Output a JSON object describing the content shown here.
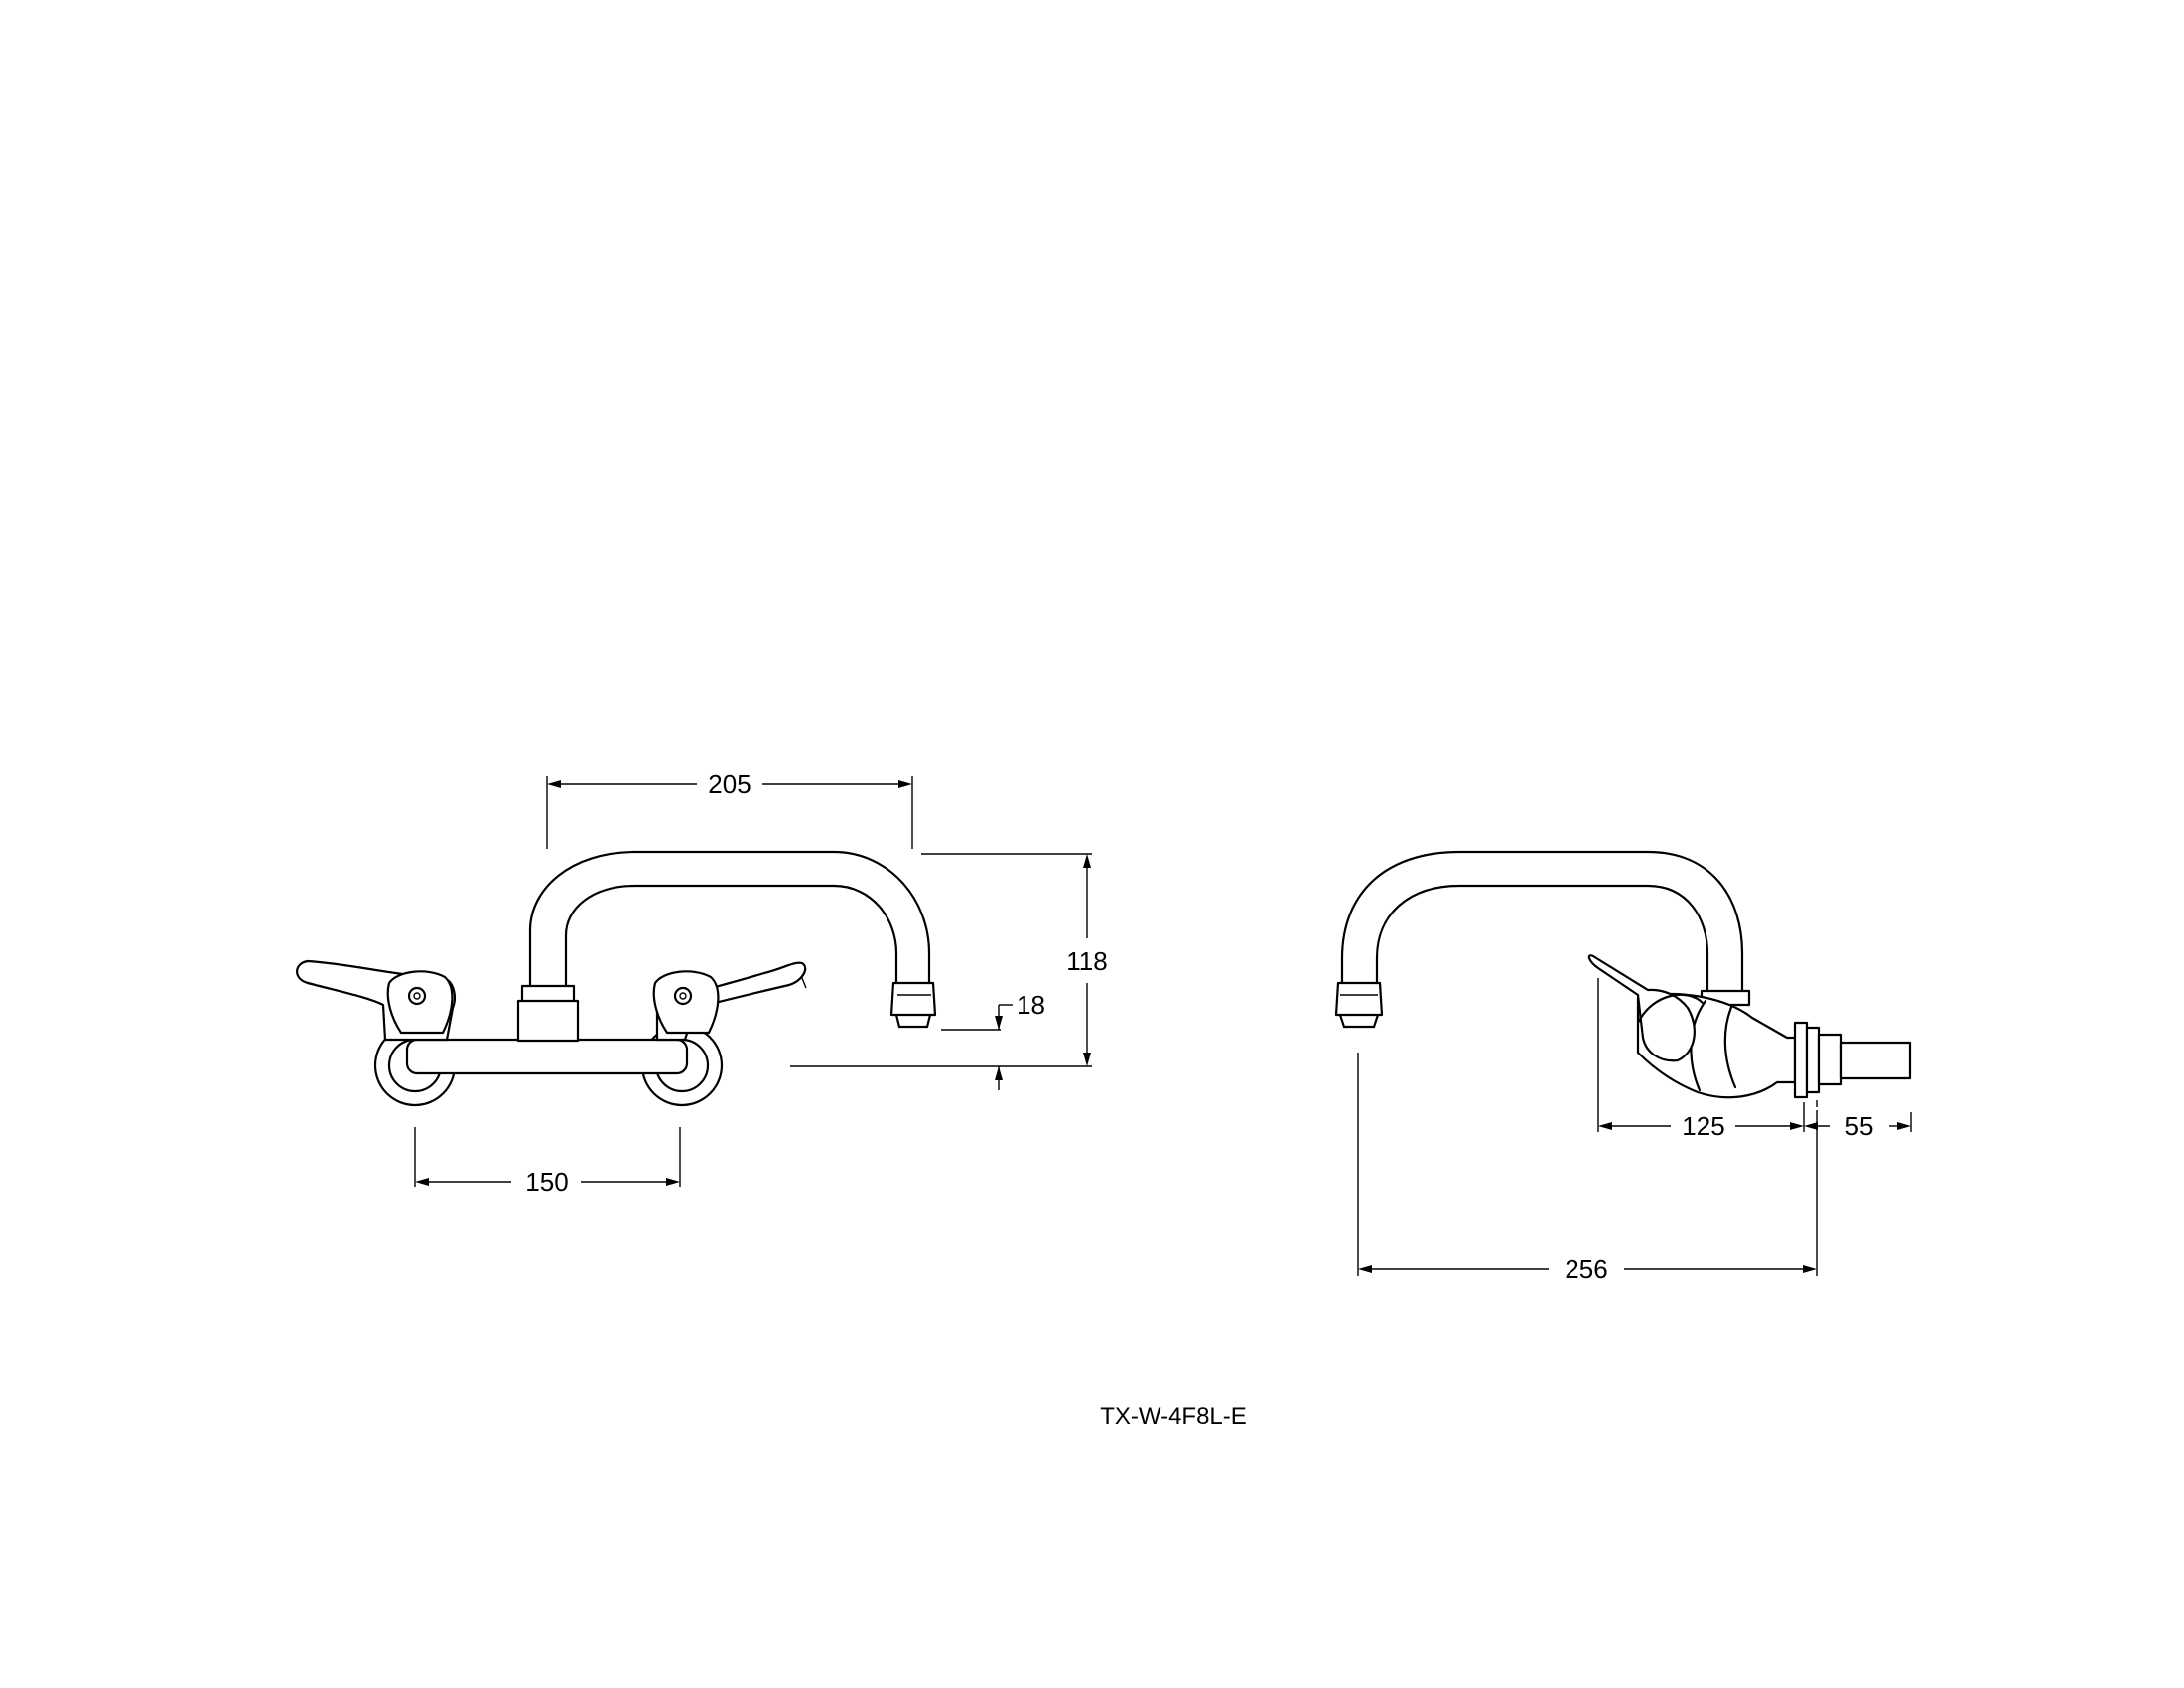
{
  "dimensions": {
    "spout_reach": "205",
    "height": "118",
    "spout_offset": "18",
    "inlet_centres": "150",
    "side_reach": "125",
    "side_wall": "55",
    "overall_projection": "256"
  },
  "caption": "TX-W-4F8L-E"
}
